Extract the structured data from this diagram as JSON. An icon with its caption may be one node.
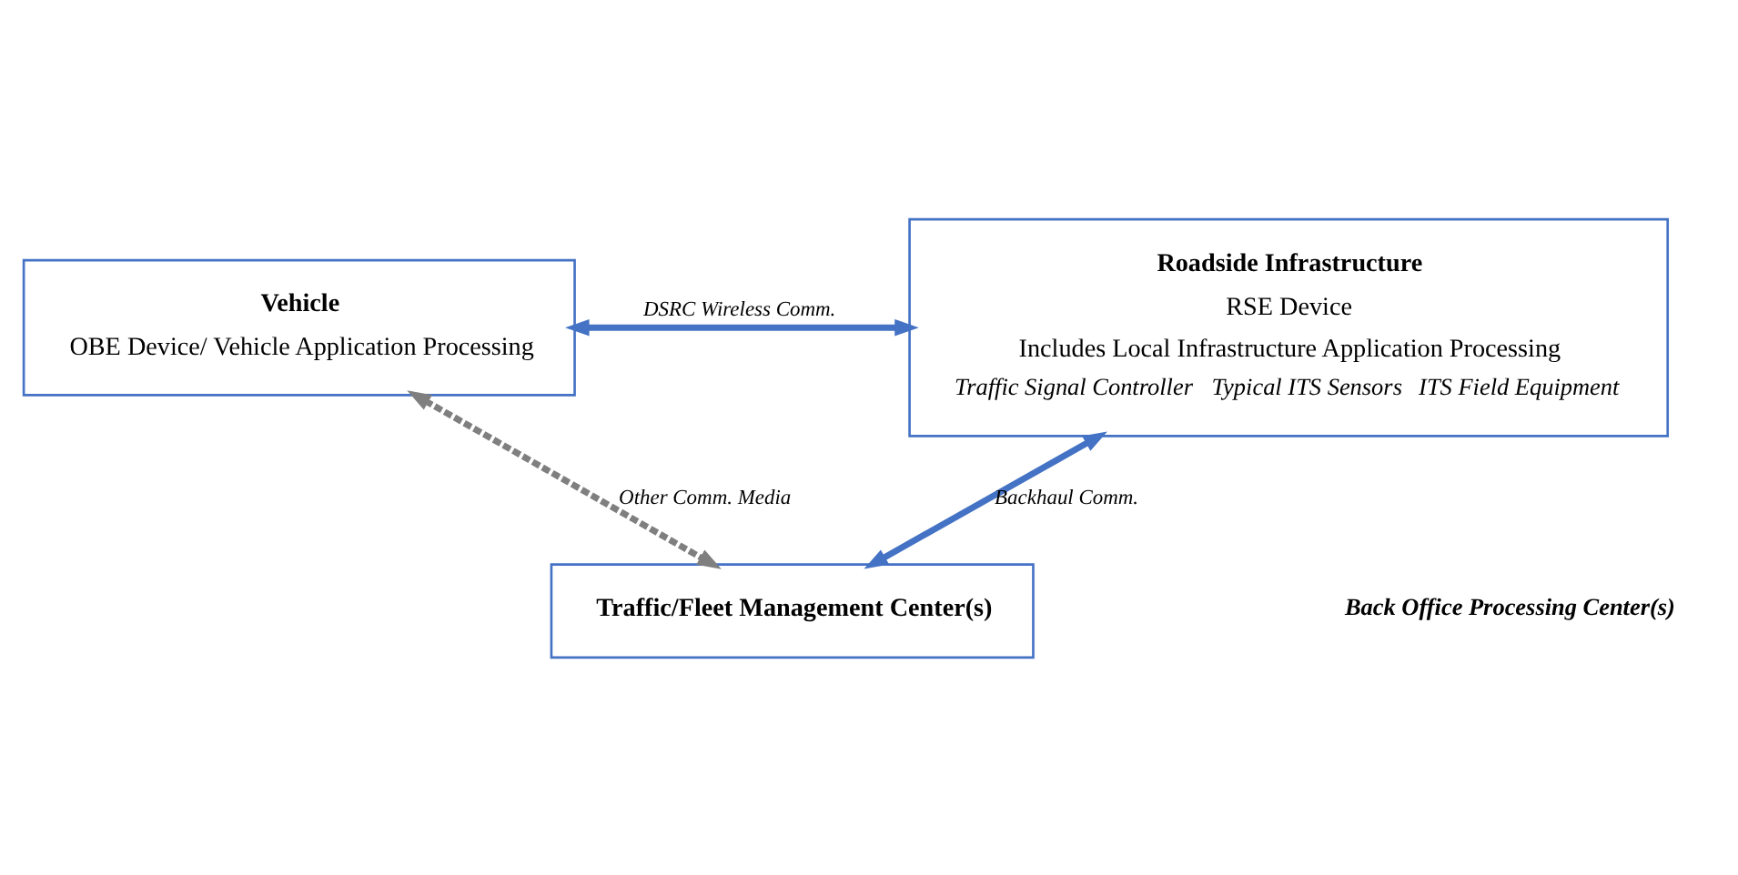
{
  "diagram": {
    "nodes": [
      {
        "text": [
          "Vehicle",
          "OBE Device/ Vehicle Application Processing"
        ]
      },
      {
        "text": [
          "Roadside Infrastructure",
          "RSE Device",
          "Includes Local Infrastructure Application Processing",
          "Traffic Signal Controller",
          "Typical ITS Sensors",
          "ITS Field Equipment"
        ]
      },
      {
        "text": [
          "Traffic/Fleet Management Center(s)"
        ]
      }
    ],
    "edges": [
      {
        "from": 0,
        "to": 1,
        "arrow": "both",
        "label": "DSRC Wireless Comm."
      },
      {
        "from": 1,
        "to": 2,
        "arrow": "both",
        "label": "Backhaul Comm."
      },
      {
        "from": 0,
        "to": 2,
        "arrow": "both",
        "label": "Other Comm. Media",
        "style": "dashed",
        "color": "#7f7f7f"
      }
    ],
    "labels": [
      "Back Office Processing Center(s)"
    ]
  }
}
